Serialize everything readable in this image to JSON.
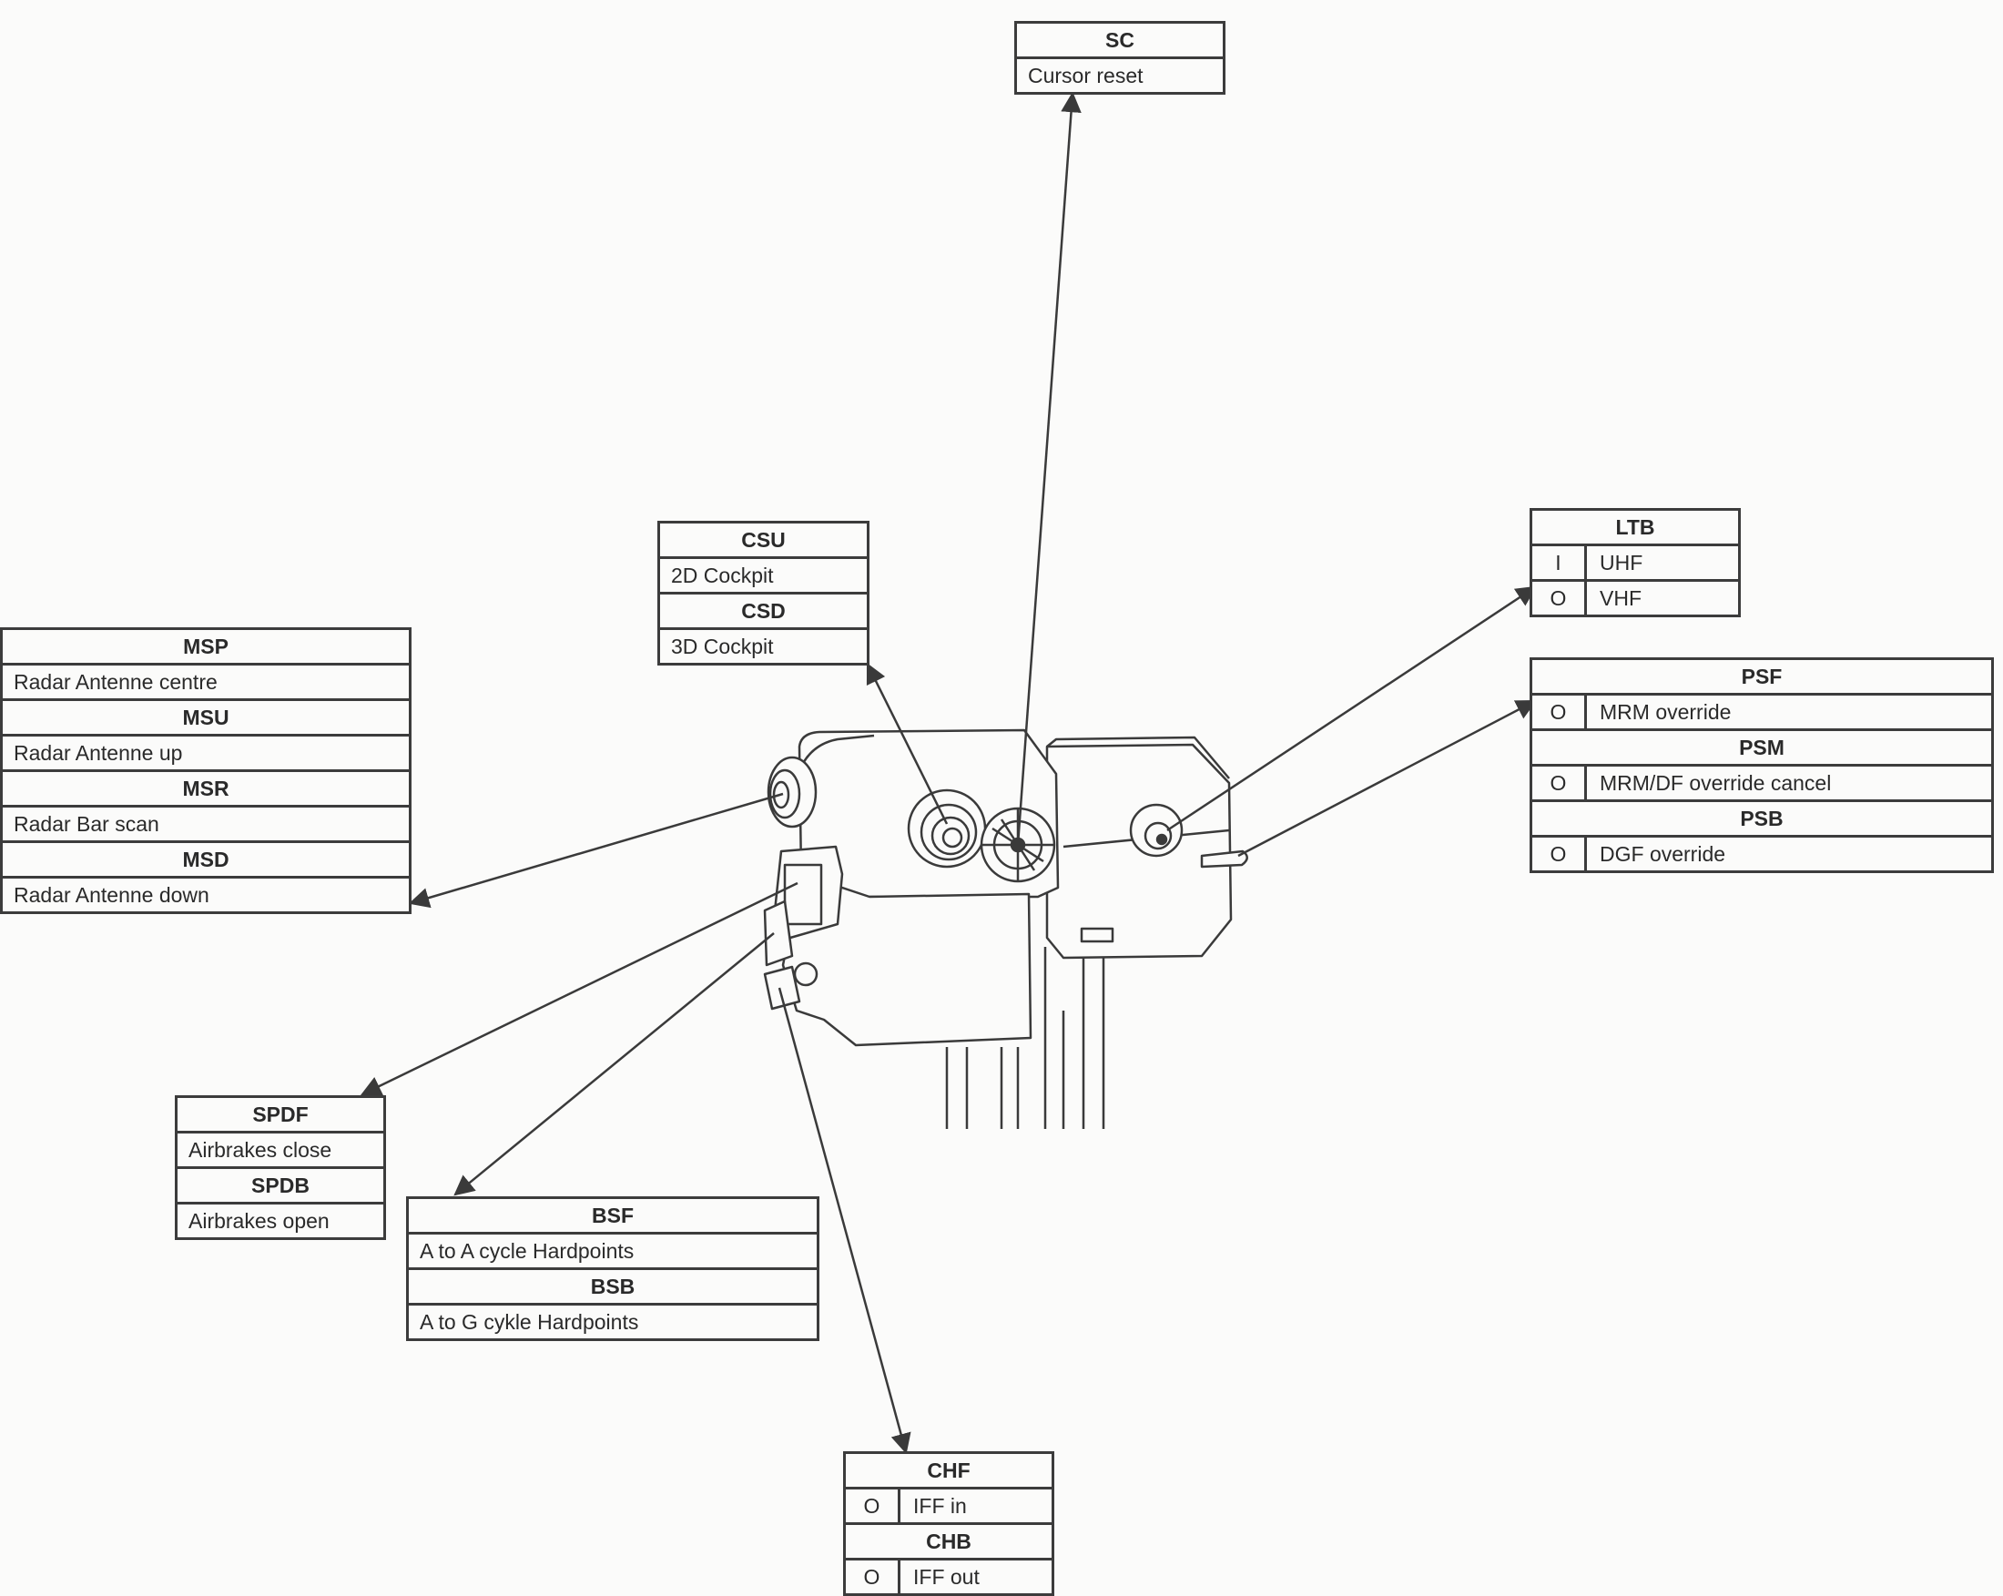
{
  "boxes": {
    "sc": {
      "code": "SC",
      "action": "Cursor reset"
    },
    "csu": {
      "code": "CSU",
      "action": "2D Cockpit"
    },
    "csd": {
      "code": "CSD",
      "action": "3D Cockpit"
    },
    "msp": {
      "code": "MSP",
      "action": "Radar Antenne centre"
    },
    "msu": {
      "code": "MSU",
      "action": "Radar Antenne up"
    },
    "msr": {
      "code": "MSR",
      "action": "Radar Bar scan"
    },
    "msd": {
      "code": "MSD",
      "action": "Radar Antenne down"
    },
    "ltb": {
      "code": "LTB",
      "rows": [
        {
          "flag": "I",
          "action": "UHF"
        },
        {
          "flag": "O",
          "action": "VHF"
        }
      ]
    },
    "psf": {
      "code": "PSF",
      "flag": "O",
      "action": "MRM override"
    },
    "psm": {
      "code": "PSM",
      "flag": "O",
      "action": "MRM/DF override cancel"
    },
    "psb": {
      "code": "PSB",
      "flag": "O",
      "action": "DGF override"
    },
    "spdf": {
      "code": "SPDF",
      "action": "Airbrakes close"
    },
    "spdb": {
      "code": "SPDB",
      "action": "Airbrakes open"
    },
    "bsf": {
      "code": "BSF",
      "action": "A to A cycle Hardpoints"
    },
    "bsb": {
      "code": "BSB",
      "action": "A to G cykle Hardpoints"
    },
    "chf": {
      "code": "CHF",
      "flag": "O",
      "action": "IFF in"
    },
    "chb": {
      "code": "CHB",
      "flag": "O",
      "action": "IFF out"
    }
  }
}
